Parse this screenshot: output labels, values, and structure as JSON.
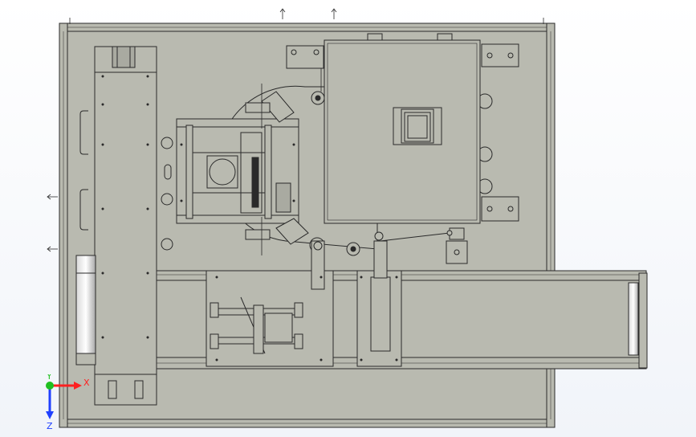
{
  "view": {
    "type": "cad-top-view",
    "background_color": "#f4f6fa",
    "plate_color": "#b9bab0",
    "line_color": "#2a2a2a"
  },
  "triad": {
    "x_label": "X",
    "y_label": "Y",
    "z_label": "Z",
    "x_color": "#ff2020",
    "y_color": "#20c020",
    "z_color": "#2040ff"
  }
}
